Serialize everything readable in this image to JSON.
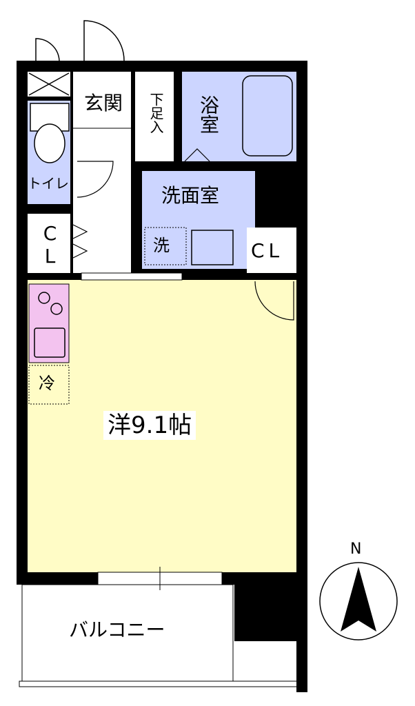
{
  "plan": {
    "rooms": {
      "main_room": "洋9.1帖",
      "entrance": "玄関",
      "shoe_box": "下足入",
      "bath": "浴室",
      "washroom": "洗面室",
      "washer": "洗",
      "toilet": "トイレ",
      "closet_left": "CL",
      "closet_right": "CL",
      "fridge": "冷",
      "balcony": "バルコニー"
    },
    "compass": {
      "north_label": "N"
    },
    "colors": {
      "room_floor": "#fffcc6",
      "wet_area": "#ccd5ff",
      "kitchen": "#f3c3ef",
      "wall": "#000000"
    }
  }
}
